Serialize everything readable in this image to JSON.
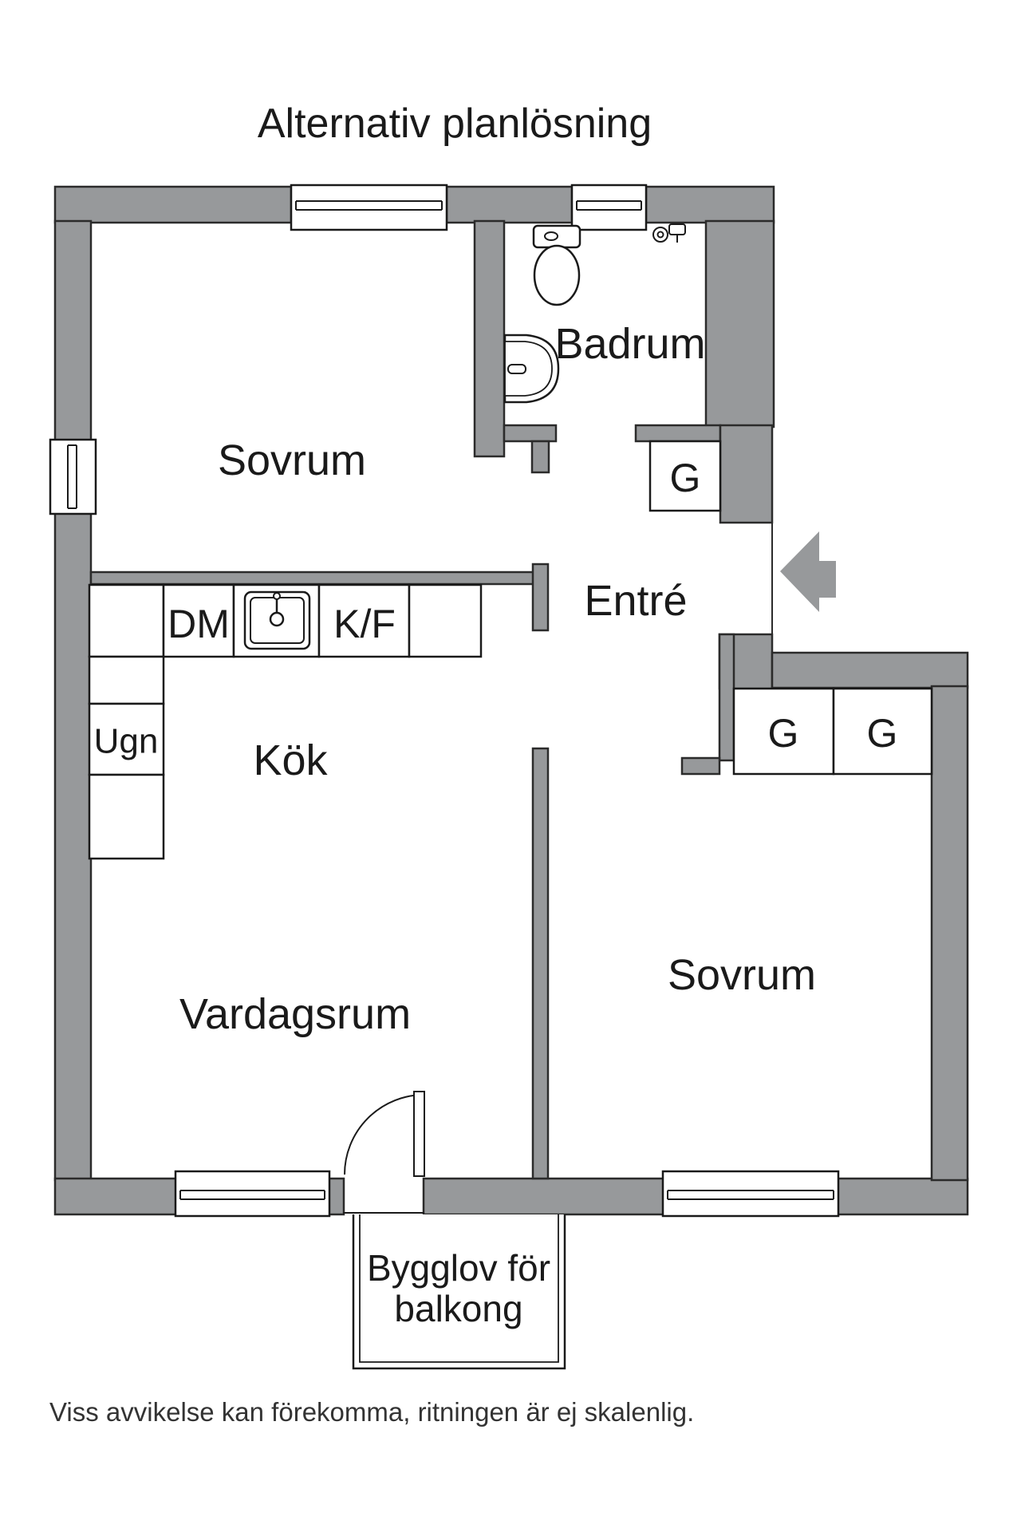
{
  "title": "Alternativ planlösning",
  "footer": "Viss avvikelse kan förekomma, ritningen är ej skalenlig.",
  "floorplan": {
    "rooms": [
      {
        "id": "sovrum-top",
        "label": "Sovrum"
      },
      {
        "id": "badrum",
        "label": "Badrum"
      },
      {
        "id": "entre",
        "label": "Entré"
      },
      {
        "id": "kok",
        "label": "Kök"
      },
      {
        "id": "vardagsrum",
        "label": "Vardagsrum"
      },
      {
        "id": "sovrum-bottom",
        "label": "Sovrum"
      }
    ],
    "fixtures": {
      "dishwasher": "DM",
      "fridge_freezer": "K/F",
      "oven": "Ugn",
      "wardrobe": "G"
    },
    "wardrobe_count": 3,
    "balcony_note": {
      "line1": "Bygglov för",
      "line2": "balkong"
    },
    "colors": {
      "wall": "#97999b",
      "outline": "#2b2b2b",
      "background": "#ffffff"
    }
  }
}
